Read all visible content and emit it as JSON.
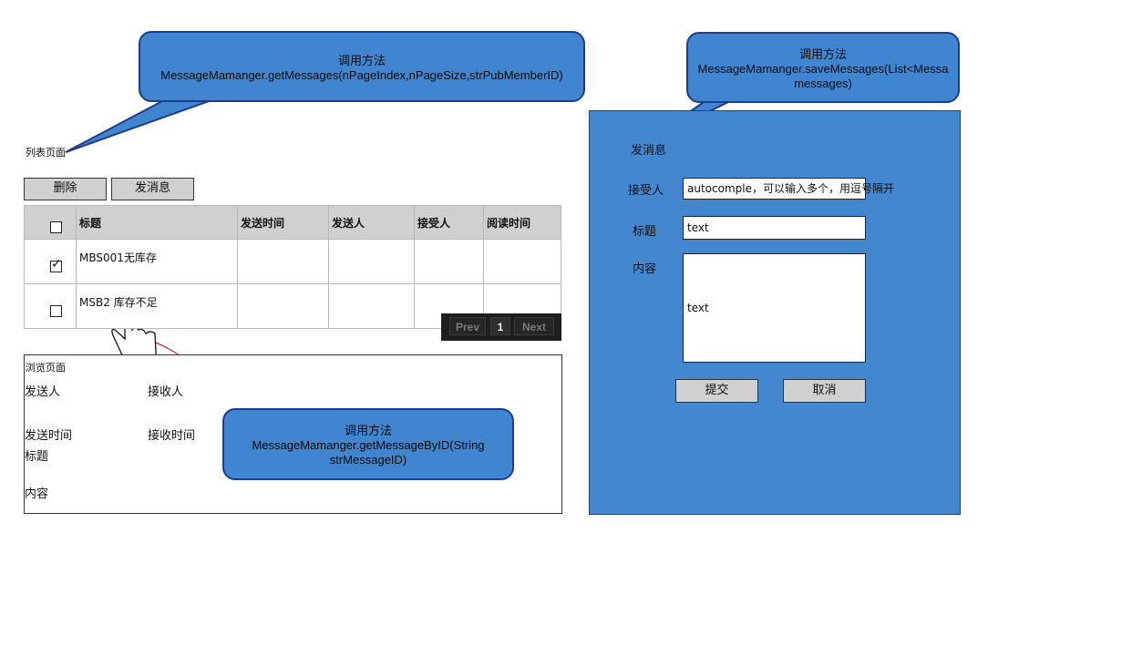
{
  "callouts": {
    "list_method": {
      "line1": "调用方法",
      "line2": "MessageMamanger.getMessages(nPageIndex,nPageSize,strPubMemberID)"
    },
    "save_method": {
      "line1": "调用方法",
      "line2": "MessageMamanger.saveMessages(List<Messa messages)"
    },
    "detail_method": {
      "line1": "调用方法",
      "line2": "MessageMamanger.getMessageByID(String strMessageID)"
    }
  },
  "list_page": {
    "title": "列表页面",
    "buttons": {
      "delete": "删除",
      "send": "发消息"
    },
    "columns": [
      "标题",
      "发送时间",
      "发送人",
      "接受人",
      "阅读时间"
    ],
    "rows": [
      {
        "checked": true,
        "title": "MBS001无库存"
      },
      {
        "checked": false,
        "title": "MSB2 库存不足"
      }
    ],
    "pager": {
      "prev": "Prev",
      "page": "1",
      "next": "Next"
    }
  },
  "view_page": {
    "title": "浏览页面",
    "sender": "发送人",
    "receiver": "接收人",
    "send_time": "发送时间",
    "receive_time": "接收时间",
    "subject": "标题",
    "content": "内容"
  },
  "send_form": {
    "title": "发消息",
    "receiver_label": "接受人",
    "receiver_value": "autocomple，可以输入多个，用逗号隔开",
    "subject_label": "标题",
    "subject_value": "text",
    "content_label": "内容",
    "content_value": "text",
    "submit": "提交",
    "cancel": "取消"
  },
  "colors": {
    "callout": "#3f85cf",
    "panel": "#4387cf",
    "border": "#1e3d8f",
    "arrow": "#e02020"
  }
}
